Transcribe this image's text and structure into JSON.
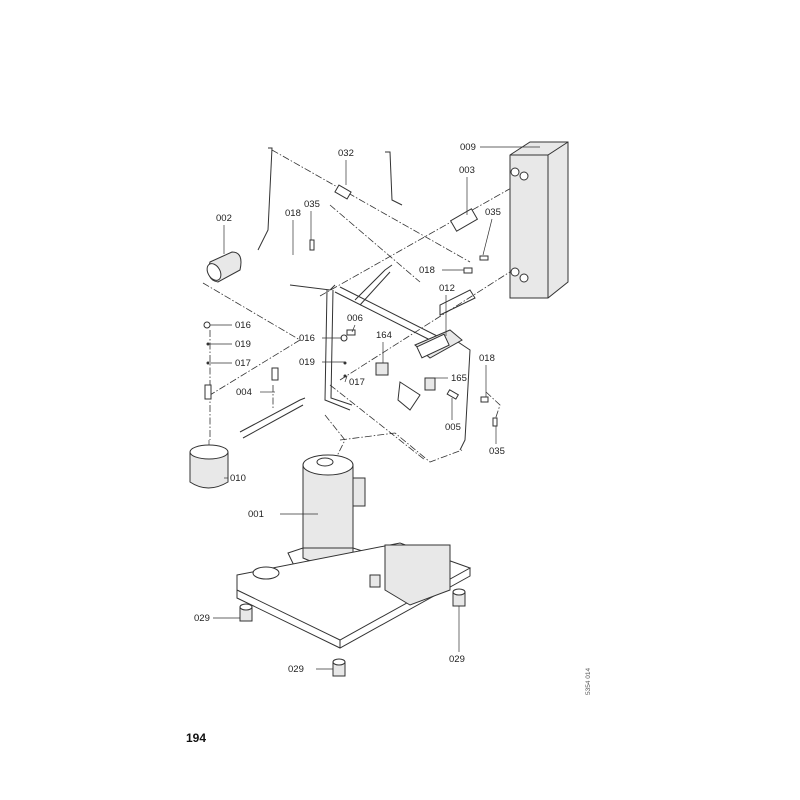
{
  "page_number": "194",
  "document_id": "5354 014",
  "parts": [
    {
      "ref": "032"
    },
    {
      "ref": "009"
    },
    {
      "ref": "003"
    },
    {
      "ref": "002"
    },
    {
      "ref": "018"
    },
    {
      "ref": "035"
    },
    {
      "ref": "035"
    },
    {
      "ref": "018"
    },
    {
      "ref": "012"
    },
    {
      "ref": "016"
    },
    {
      "ref": "006"
    },
    {
      "ref": "019"
    },
    {
      "ref": "016"
    },
    {
      "ref": "164"
    },
    {
      "ref": "017"
    },
    {
      "ref": "019"
    },
    {
      "ref": "017"
    },
    {
      "ref": "165"
    },
    {
      "ref": "018"
    },
    {
      "ref": "004"
    },
    {
      "ref": "005"
    },
    {
      "ref": "035"
    },
    {
      "ref": "010"
    },
    {
      "ref": "001"
    },
    {
      "ref": "029"
    },
    {
      "ref": "029"
    },
    {
      "ref": "029"
    }
  ]
}
